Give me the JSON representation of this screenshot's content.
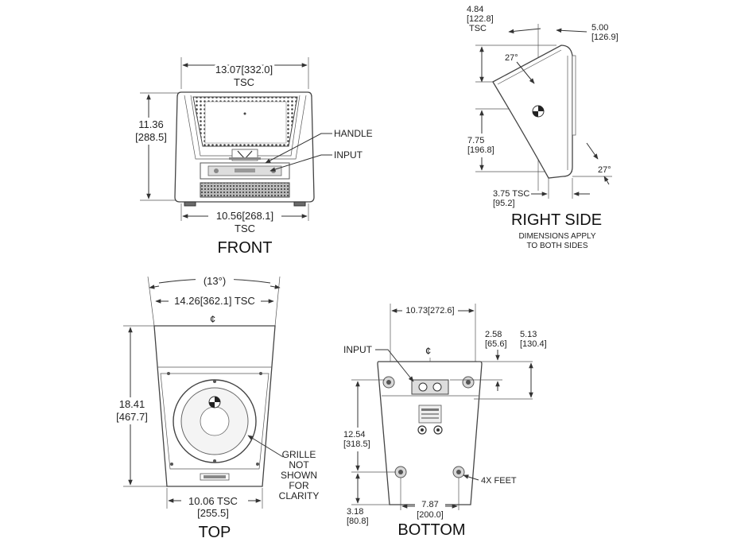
{
  "views": {
    "front": {
      "title": "FRONT",
      "width_top": "13.07[332.0]",
      "width_top_sub": "TSC",
      "height": "11.36",
      "height_sub": "[288.5]",
      "width_bottom": "10.56[268.1]",
      "width_bottom_sub": "TSC",
      "callout_handle": "HANDLE",
      "callout_input": "INPUT"
    },
    "right_side": {
      "title": "RIGHT SIDE",
      "note_line1": "DIMENSIONS APPLY",
      "note_line2": "TO BOTH SIDES",
      "top_depth": "4.84",
      "top_depth_mm": "[122.8]",
      "top_depth_sub": "TSC",
      "depth": "5.00",
      "depth_mm": "[126.9]",
      "angle_top": "27°",
      "angle_bottom": "27°",
      "height": "7.75",
      "height_mm": "[196.8]",
      "bottom_depth": "3.75 TSC",
      "bottom_depth_mm": "[95.2]"
    },
    "top": {
      "title": "TOP",
      "angle": "(13°)",
      "width": "14.26[362.1] TSC",
      "depth": "18.41",
      "depth_mm": "[467.7]",
      "bottom_width": "10.06 TSC",
      "bottom_width_mm": "[255.5]",
      "callout_line1": "GRILLE",
      "callout_line2": "NOT",
      "callout_line3": "SHOWN",
      "callout_line4": "FOR",
      "callout_line5": "CLARITY"
    },
    "bottom": {
      "title": "BOTTOM",
      "width": "10.73[272.6]",
      "callout_input": "INPUT",
      "d1": "2.58",
      "d1_mm": "[65.6]",
      "d2": "5.13",
      "d2_mm": "[130.4]",
      "depth": "12.54",
      "depth_mm": "[318.5]",
      "offset": "3.18",
      "offset_mm": "[80.8]",
      "feet_spacing": "7.87",
      "feet_spacing_mm": "[200.0]",
      "callout_feet": "4X FEET"
    }
  }
}
